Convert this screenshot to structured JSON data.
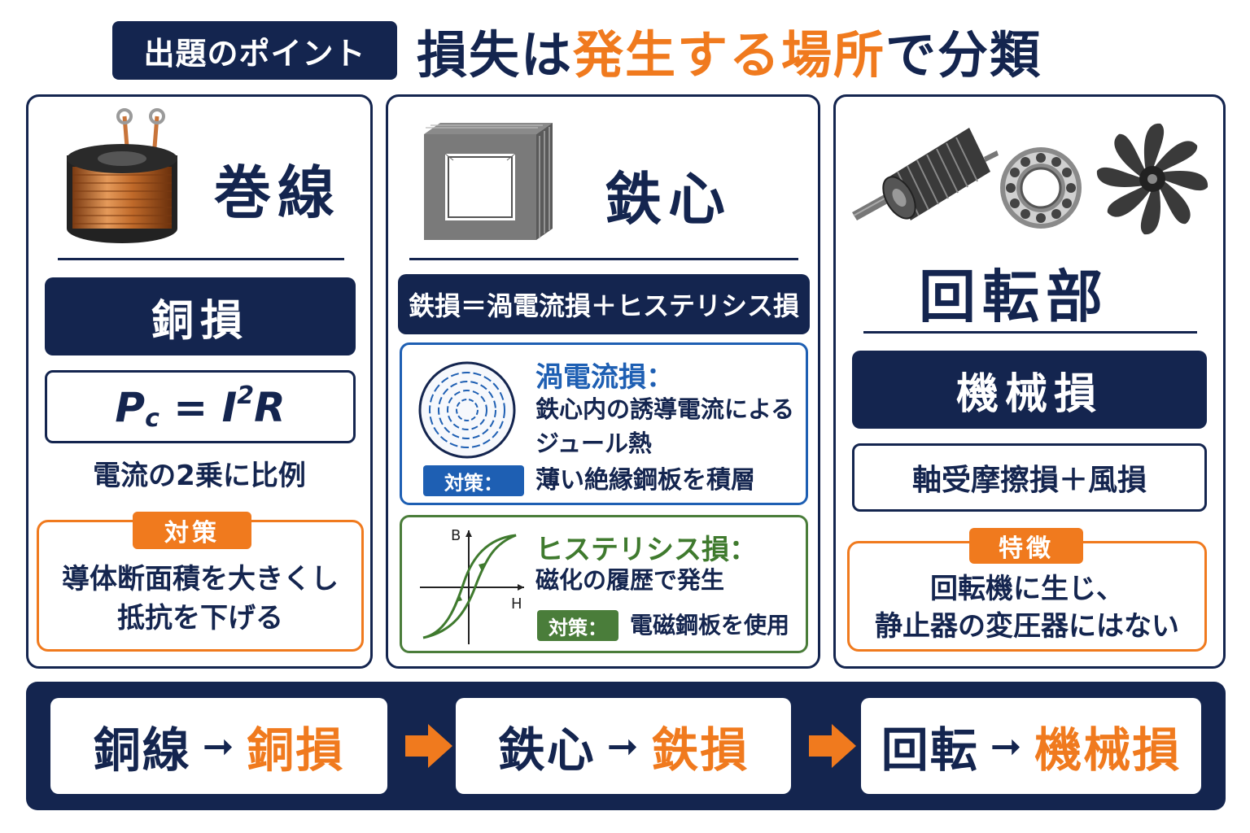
{
  "header": {
    "badge": "出題のポイント",
    "title_part1": "損失は",
    "title_highlight": "発生する場所",
    "title_part2": "で分類"
  },
  "panels": {
    "winding": {
      "heading": "巻線",
      "loss_name": "銅損",
      "formula_p": "P",
      "formula_sub": "c",
      "formula_eq": " = I",
      "formula_sup": "2",
      "formula_r": "R",
      "note": "電流の2乗に比例",
      "tag": "対策",
      "measure_line1": "導体断面積を大きくし",
      "measure_line2": "抵抗を下げる"
    },
    "core": {
      "heading": "鉄心",
      "equation": "鉄損＝渦電流損＋ヒステリシス損",
      "eddy": {
        "title": "渦電流損：",
        "desc_line1": "鉄心内の誘導電流による",
        "desc_line2": "ジュール熱",
        "tag": "対策：",
        "measure": "薄い絶縁鋼板を積層"
      },
      "hysteresis": {
        "title": "ヒステリシス損：",
        "desc": "磁化の履歴で発生",
        "tag": "対策：",
        "measure": "電磁鋼板を使用",
        "axis_b": "B",
        "axis_h": "H"
      }
    },
    "rotor": {
      "heading": "回転部",
      "loss_name": "機械損",
      "components": "軸受摩擦損＋風損",
      "tag": "特徴",
      "feature_line1": "回転機に生じ、",
      "feature_line2": "静止器の変圧器にはない"
    }
  },
  "flow": [
    {
      "source": "銅線",
      "arrow": "➞",
      "loss": "銅損"
    },
    {
      "source": "鉄心",
      "arrow": "➞",
      "loss": "鉄損"
    },
    {
      "source": "回転",
      "arrow": "➞",
      "loss": "機械損"
    }
  ],
  "colors": {
    "navy": "#14254f",
    "orange": "#f07a1e",
    "blue": "#1e5fb3",
    "green": "#4a7d3a"
  },
  "icons": [
    "coil-icon",
    "laminated-core-icon",
    "rotor-icon",
    "bearing-icon",
    "fan-icon",
    "eddy-current-icon",
    "hysteresis-loop-icon",
    "flow-arrow-icon"
  ]
}
